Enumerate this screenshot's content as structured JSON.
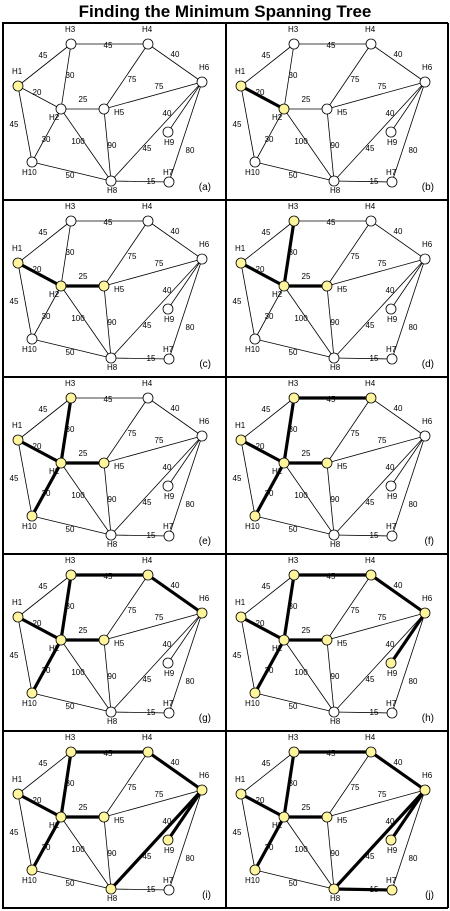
{
  "title": "Finding the Minimum Spanning Tree",
  "colors": {
    "selected_node": "#fff59d",
    "unselected_node": "#ffffff",
    "edge": "#000000"
  },
  "graph": {
    "nodes": [
      "H1",
      "H2",
      "H3",
      "H4",
      "H5",
      "H6",
      "H7",
      "H8",
      "H9",
      "H10"
    ],
    "edges": [
      {
        "id": "H1-H3",
        "a": "H1",
        "b": "H3",
        "w": "45"
      },
      {
        "id": "H1-H2",
        "a": "H1",
        "b": "H2",
        "w": "20"
      },
      {
        "id": "H1-H10",
        "a": "H1",
        "b": "H10",
        "w": "45"
      },
      {
        "id": "H2-H3",
        "a": "H2",
        "b": "H3",
        "w": "30"
      },
      {
        "id": "H2-H5",
        "a": "H2",
        "b": "H5",
        "w": "25"
      },
      {
        "id": "H2-H10",
        "a": "H2",
        "b": "H10",
        "w": "30"
      },
      {
        "id": "H2-H8",
        "a": "H2",
        "b": "H8",
        "w": "100"
      },
      {
        "id": "H3-H4",
        "a": "H3",
        "b": "H4",
        "w": "45"
      },
      {
        "id": "H4-H6",
        "a": "H4",
        "b": "H6",
        "w": "40"
      },
      {
        "id": "H4-H5",
        "a": "H4",
        "b": "H5",
        "w": "75"
      },
      {
        "id": "H5-H6",
        "a": "H5",
        "b": "H6",
        "w": "75"
      },
      {
        "id": "H5-H8",
        "a": "H5",
        "b": "H8",
        "w": "90"
      },
      {
        "id": "H6-H9",
        "a": "H6",
        "b": "H9",
        "w": "40"
      },
      {
        "id": "H6-H7",
        "a": "H6",
        "b": "H7",
        "w": "80"
      },
      {
        "id": "H6-H8",
        "a": "H6",
        "b": "H8",
        "w": "45"
      },
      {
        "id": "H10-H8",
        "a": "H10",
        "b": "H8",
        "w": "50"
      },
      {
        "id": "H8-H7",
        "a": "H8",
        "b": "H7",
        "w": "15"
      }
    ]
  },
  "panels": [
    {
      "label": "(a)",
      "selected": [
        "H1"
      ],
      "tree": []
    },
    {
      "label": "(b)",
      "selected": [
        "H1",
        "H2"
      ],
      "tree": [
        "H1-H2"
      ]
    },
    {
      "label": "(c)",
      "selected": [
        "H1",
        "H2",
        "H5"
      ],
      "tree": [
        "H1-H2",
        "H2-H5"
      ]
    },
    {
      "label": "(d)",
      "selected": [
        "H1",
        "H2",
        "H5",
        "H3"
      ],
      "tree": [
        "H1-H2",
        "H2-H5",
        "H2-H3"
      ]
    },
    {
      "label": "(e)",
      "selected": [
        "H1",
        "H2",
        "H5",
        "H3",
        "H10"
      ],
      "tree": [
        "H1-H2",
        "H2-H5",
        "H2-H3",
        "H2-H10"
      ]
    },
    {
      "label": "(f)",
      "selected": [
        "H1",
        "H2",
        "H5",
        "H3",
        "H10",
        "H4"
      ],
      "tree": [
        "H1-H2",
        "H2-H5",
        "H2-H3",
        "H2-H10",
        "H3-H4"
      ]
    },
    {
      "label": "(g)",
      "selected": [
        "H1",
        "H2",
        "H5",
        "H3",
        "H10",
        "H4",
        "H6"
      ],
      "tree": [
        "H1-H2",
        "H2-H5",
        "H2-H3",
        "H2-H10",
        "H3-H4",
        "H4-H6"
      ]
    },
    {
      "label": "(h)",
      "selected": [
        "H1",
        "H2",
        "H5",
        "H3",
        "H10",
        "H4",
        "H6",
        "H9"
      ],
      "tree": [
        "H1-H2",
        "H2-H5",
        "H2-H3",
        "H2-H10",
        "H3-H4",
        "H4-H6",
        "H6-H9"
      ]
    },
    {
      "label": "(i)",
      "selected": [
        "H1",
        "H2",
        "H5",
        "H3",
        "H10",
        "H4",
        "H6",
        "H9",
        "H8"
      ],
      "tree": [
        "H1-H2",
        "H2-H5",
        "H2-H3",
        "H2-H10",
        "H3-H4",
        "H4-H6",
        "H6-H9",
        "H6-H8"
      ]
    },
    {
      "label": "(j)",
      "selected": [
        "H1",
        "H2",
        "H5",
        "H3",
        "H10",
        "H4",
        "H6",
        "H9",
        "H8",
        "H7"
      ],
      "tree": [
        "H1-H2",
        "H2-H5",
        "H2-H3",
        "H2-H10",
        "H3-H4",
        "H4-H6",
        "H6-H9",
        "H6-H8",
        "H8-H7"
      ]
    }
  ]
}
